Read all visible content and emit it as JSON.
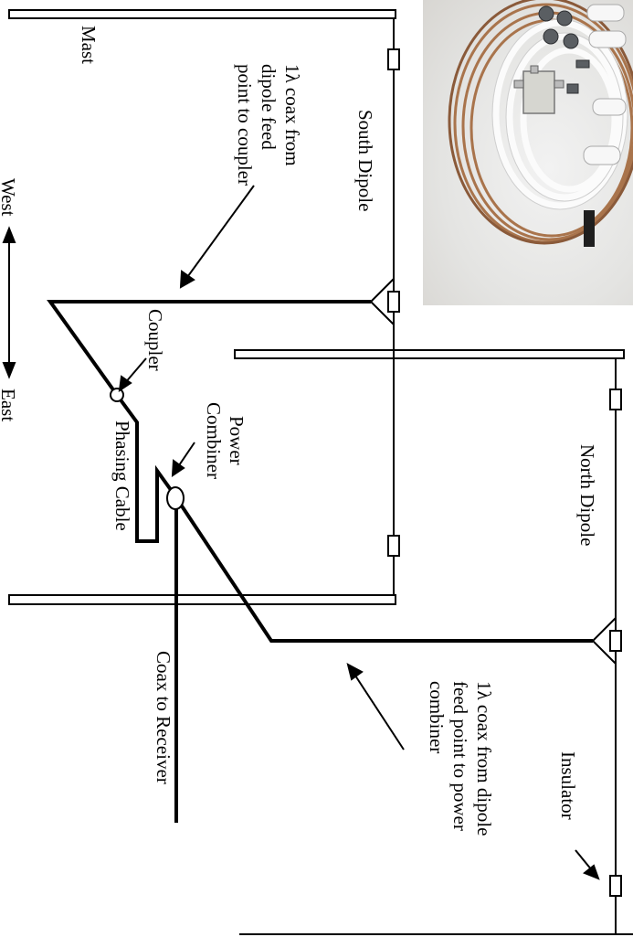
{
  "labels": {
    "mast": "Mast",
    "south_dipole": "South Dipole",
    "north_dipole": "North Dipole",
    "south_coax": [
      "1λ coax from",
      "dipole feed",
      "point to coupler"
    ],
    "north_coax": [
      "1λ coax from dipole",
      "feed point to power",
      "combiner"
    ],
    "west": "West",
    "east": "East",
    "coupler": "Coupler",
    "phasing_cable": "Phasing Cable",
    "power_combiner": [
      "Power",
      "Combiner"
    ],
    "coax_to_receiver": "Coax to Receiver",
    "insulator": "Insulator"
  },
  "colors": {
    "line": "#000000",
    "photo_background": "#e6e6e4",
    "coax_coil": "#b07a52",
    "cable_white": "#f4f4f4"
  },
  "photo": {
    "subject": "antenna kit: coiled copper wire, white coax cable, splitter, connectors and insulators"
  }
}
